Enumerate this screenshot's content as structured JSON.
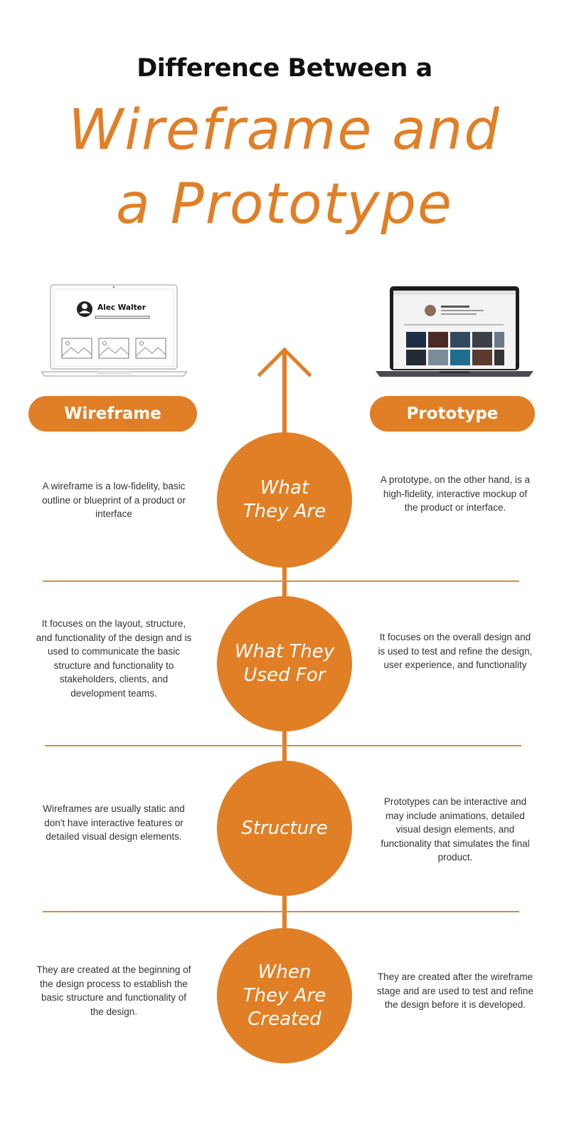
{
  "header": {
    "heading": "Difference Between a",
    "title_line1": "Wireframe and",
    "title_line2": "a Prototype"
  },
  "wireframe_laptop": {
    "profile_name": "Alec Walter"
  },
  "columns": {
    "left_label": "Wireframe",
    "right_label": "Prototype"
  },
  "rows": [
    {
      "label": "What\nThey Are",
      "wireframe": "A wireframe is a low-fidelity, basic outline or blueprint of a product or interface",
      "prototype": "A prototype, on the other hand, is a high-fidelity, interactive mockup of the product or interface."
    },
    {
      "label": "What They\nUsed For",
      "wireframe": "It focuses on the layout, structure, and functionality of the design and is used to communicate the basic structure and functionality to stakeholders, clients, and development teams.",
      "prototype": "It focuses on the overall design and is used to test and refine the design, user experience, and functionality"
    },
    {
      "label": "Structure",
      "wireframe": "Wireframes are usually static and don't have interactive features or detailed visual design elements.",
      "prototype": "Prototypes can be interactive and may include animations, detailed visual design elements, and functionality that simulates the final product."
    },
    {
      "label": "When\nThey Are\nCreated",
      "wireframe": "They are created at the beginning of the design process to establish the basic structure and functionality of the design.",
      "prototype": "They are created after the wireframe stage and are used to test and refine the design before it is developed."
    }
  ],
  "colors": {
    "accent": "#e17f26",
    "divider": "#cd913f",
    "text": "#333333"
  }
}
